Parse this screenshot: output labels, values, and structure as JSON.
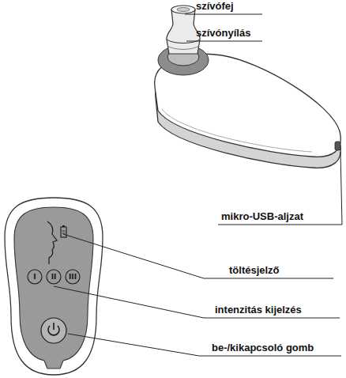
{
  "diagram": {
    "labels": [
      "szívófej",
      "szívónyílás",
      "mikro-USB-aljzat",
      "töltésjelző",
      "intenzitás kijelzés",
      "be-/kikapcsoló gomb",
      "I",
      "II",
      "III"
    ]
  }
}
